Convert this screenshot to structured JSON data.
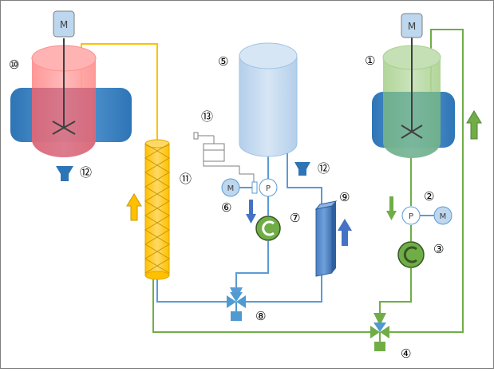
{
  "diagram": {
    "motor_label": "M",
    "pump_label": "P",
    "callouts": [
      "①",
      "②",
      "③",
      "④",
      "⑤",
      "⑥",
      "⑦",
      "⑧",
      "⑨",
      "⑩",
      "⑪",
      "⑫",
      "⑫",
      "⑬"
    ]
  },
  "colors": {
    "background": "#ffffff",
    "frame": "#7f7f7f",
    "pipe_blue": "#5b9bd5",
    "pipe_green": "#70ad47",
    "pipe_orange": "#ffc000",
    "tank_red": "#ff7c80",
    "tank_green": "#a9d18e",
    "tank_blue": "#bdd7ee",
    "jacket_blue": "#2e75b6",
    "pump_green": "#70ad47",
    "valve_blue": "#4f9bd1",
    "valve_green": "#70ad47"
  },
  "icons": {
    "motor": "motor-icon",
    "pump": "pump-icon",
    "gear_pump": "gear-pump-icon",
    "three_way_valve": "three-way-valve-icon",
    "funnel": "funnel-icon",
    "flow_arrow": "flow-arrow-icon"
  }
}
